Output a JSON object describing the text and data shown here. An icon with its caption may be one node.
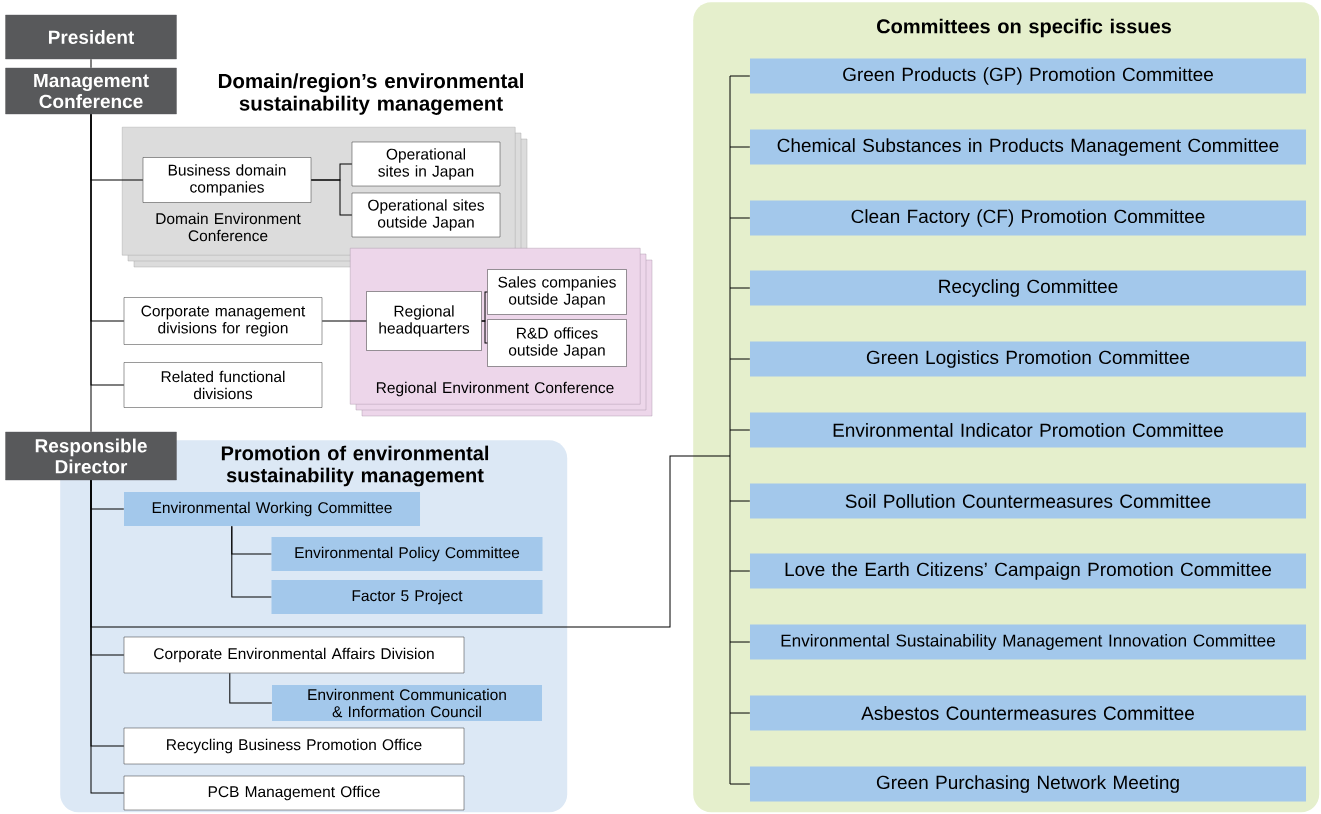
{
  "diagram": {
    "nodes": [
      {
        "text": [
          "President"
        ]
      },
      {
        "text": [
          "Management Conference"
        ]
      },
      {
        "text": [
          "Domain Environment Conference"
        ]
      },
      {
        "text": [
          "Business domain companies"
        ],
        "in": 2
      },
      {
        "text": [
          "Operational sites in Japan"
        ],
        "in": 2
      },
      {
        "text": [
          "Operational sites outside Japan"
        ],
        "in": 2
      },
      {
        "text": [
          "Regional Environment Conference"
        ]
      },
      {
        "text": [
          "Corporate management divisions for region"
        ]
      },
      {
        "text": [
          "Regional headquarters"
        ],
        "in": 6
      },
      {
        "text": [
          "Sales companies outside Japan"
        ],
        "in": 6
      },
      {
        "text": [
          "R&D offices outside Japan"
        ],
        "in": 6
      },
      {
        "text": [
          "Related functional divisions"
        ]
      },
      {
        "text": [
          "Responsible Director"
        ]
      },
      {
        "text": [
          "Promotion of environmental sustainability management"
        ]
      },
      {
        "text": [
          "Environmental Working Committee"
        ],
        "in": 13
      },
      {
        "text": [
          "Environmental Policy Committee"
        ],
        "in": 13
      },
      {
        "text": [
          "Factor 5 Project"
        ],
        "in": 13
      },
      {
        "text": [
          "Corporate Environmental Affairs Division"
        ],
        "in": 13
      },
      {
        "text": [
          "Environment Communication & Information Council"
        ],
        "in": 13
      },
      {
        "text": [
          "Recycling Business Promotion Office"
        ],
        "in": 13
      },
      {
        "text": [
          "PCB Management Office"
        ],
        "in": 13
      },
      {
        "text": [
          "Committees on specific issues"
        ]
      },
      {
        "text": [
          "Green Products (GP) Promotion Committee"
        ],
        "in": 21
      },
      {
        "text": [
          "Chemical Substances in Products Management Committee"
        ],
        "in": 21
      },
      {
        "text": [
          "Clean Factory (CF) Promotion Committee"
        ],
        "in": 21
      },
      {
        "text": [
          "Recycling Committee"
        ],
        "in": 21
      },
      {
        "text": [
          "Green Logistics Promotion Committee"
        ],
        "in": 21
      },
      {
        "text": [
          "Environmental Indicator Promotion Committee"
        ],
        "in": 21
      },
      {
        "text": [
          "Soil Pollution Countermeasures Committee"
        ],
        "in": 21
      },
      {
        "text": [
          "Love the Earth Citizens’ Campaign Promotion Committee"
        ],
        "in": 21
      },
      {
        "text": [
          "Environmental Sustainability Management Innovation Committee"
        ],
        "in": 21
      },
      {
        "text": [
          "Asbestos Countermeasures Committee"
        ],
        "in": 21
      },
      {
        "text": [
          "Green Purchasing Network Meeting"
        ],
        "in": 21
      }
    ],
    "edges": [
      {
        "from": 0,
        "to": 1,
        "arrow": "none"
      },
      {
        "from": 1,
        "to": 3,
        "arrow": "none"
      },
      {
        "from": 3,
        "to": 4,
        "arrow": "none"
      },
      {
        "from": 3,
        "to": 5,
        "arrow": "none"
      },
      {
        "from": 1,
        "to": 7,
        "arrow": "none"
      },
      {
        "from": 7,
        "to": 8,
        "arrow": "none"
      },
      {
        "from": 8,
        "to": 9,
        "arrow": "none"
      },
      {
        "from": 8,
        "to": 10,
        "arrow": "none"
      },
      {
        "from": 1,
        "to": 11,
        "arrow": "none"
      },
      {
        "from": 1,
        "to": 12,
        "arrow": "none"
      },
      {
        "from": 12,
        "to": 14,
        "arrow": "none"
      },
      {
        "from": 14,
        "to": 15,
        "arrow": "none"
      },
      {
        "from": 14,
        "to": 16,
        "arrow": "none"
      },
      {
        "from": 12,
        "to": 17,
        "arrow": "none"
      },
      {
        "from": 17,
        "to": 18,
        "arrow": "none"
      },
      {
        "from": 12,
        "to": 19,
        "arrow": "none"
      },
      {
        "from": 12,
        "to": 20,
        "arrow": "none"
      },
      {
        "from": 12,
        "to": 22,
        "arrow": "none"
      },
      {
        "from": 12,
        "to": 23,
        "arrow": "none"
      },
      {
        "from": 12,
        "to": 24,
        "arrow": "none"
      },
      {
        "from": 12,
        "to": 25,
        "arrow": "none"
      },
      {
        "from": 12,
        "to": 26,
        "arrow": "none"
      },
      {
        "from": 12,
        "to": 27,
        "arrow": "none"
      },
      {
        "from": 12,
        "to": 28,
        "arrow": "none"
      },
      {
        "from": 12,
        "to": 29,
        "arrow": "none"
      },
      {
        "from": 12,
        "to": 30,
        "arrow": "none"
      },
      {
        "from": 12,
        "to": 31,
        "arrow": "none"
      },
      {
        "from": 12,
        "to": 32,
        "arrow": "none"
      }
    ],
    "labels": [
      "Domain/region’s environmental sustainability management"
    ]
  }
}
